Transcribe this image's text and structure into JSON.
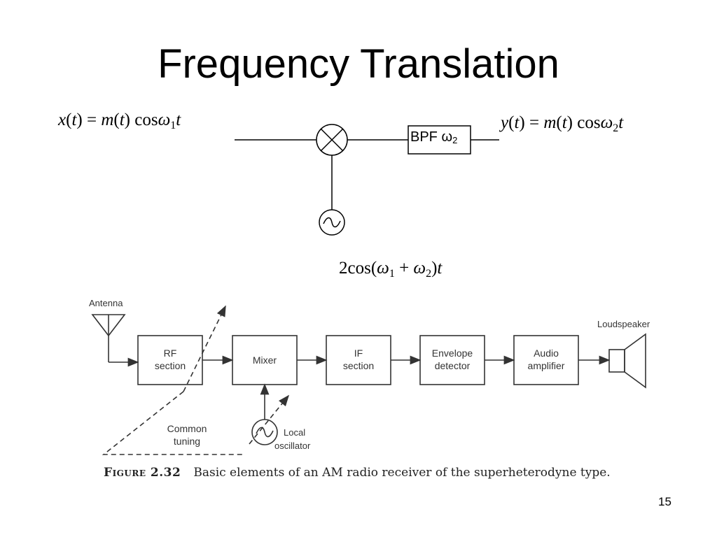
{
  "title": "Frequency Translation",
  "equations": {
    "input": {
      "lhs": "x",
      "arg": "t",
      "factor": "m",
      "fn": "cos",
      "omega": "ω",
      "sub": "1",
      "var": "t"
    },
    "output": {
      "lhs": "y",
      "arg": "t",
      "factor": "m",
      "fn": "cos",
      "omega": "ω",
      "sub": "2",
      "var": "t"
    },
    "local_oscillator": {
      "coef": "2",
      "fn": "cos",
      "omega": "ω",
      "sub_a": "1",
      "sub_b": "2",
      "var": "t"
    }
  },
  "bpf": {
    "label": "BPF ω",
    "sub": "2"
  },
  "receiver": {
    "antenna": "Antenna",
    "loudspeaker": "Loudspeaker",
    "blocks": [
      {
        "line1": "RF",
        "line2": "section"
      },
      {
        "line1": "Mixer",
        "line2": ""
      },
      {
        "line1": "IF",
        "line2": "section"
      },
      {
        "line1": "Envelope",
        "line2": "detector"
      },
      {
        "line1": "Audio",
        "line2": "amplifier"
      }
    ],
    "common_tuning": {
      "line1": "Common",
      "line2": "tuning"
    },
    "local_oscillator": {
      "line1": "Local",
      "line2": "oscillator"
    }
  },
  "caption": {
    "figure": "Figure 2.32",
    "text": "Basic elements of an AM radio receiver of the superheterodyne type."
  },
  "page_number": "15"
}
